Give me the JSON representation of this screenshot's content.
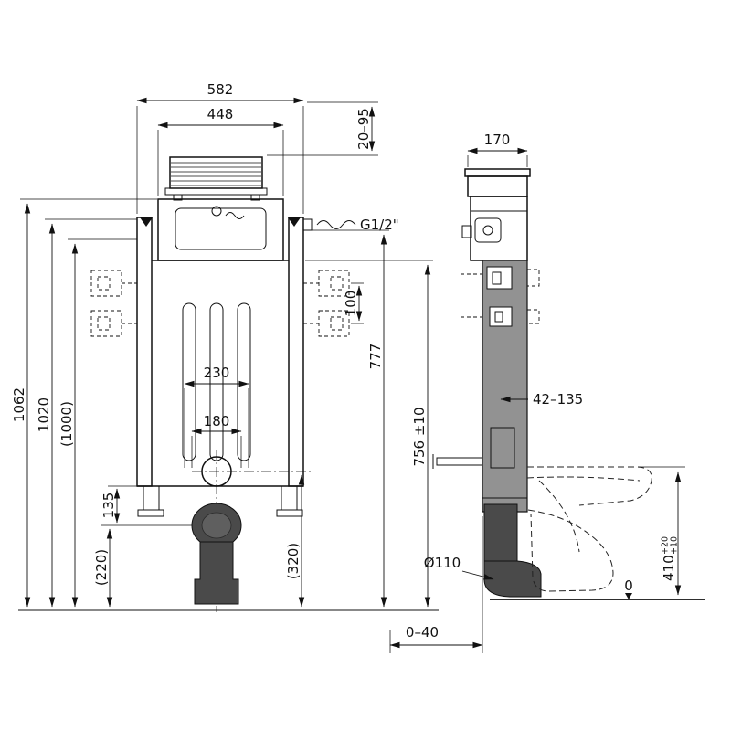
{
  "front_view": {
    "dim_582": "582",
    "dim_448": "448",
    "dim_20_95": "20–95",
    "dim_g": "G1/2\"",
    "dim_100": "100",
    "dim_777": "777",
    "dim_756": "756 ±10",
    "dim_230": "230",
    "dim_180": "180",
    "dim_135": "135",
    "dim_220": "(220)",
    "dim_320": "(320)",
    "dim_1062": "1062",
    "dim_1020": "1020",
    "dim_1000": "(1000)"
  },
  "side_view": {
    "dim_170": "170",
    "dim_42_135": "42–135",
    "dim_110": "Ø110",
    "dim_410": "410",
    "dim_410_up": "+20",
    "dim_410_lo": "+10",
    "dim_0": "0",
    "dim_0_40": "0–40"
  },
  "colors": {
    "line": "#111111",
    "fill_dark": "#4a4a4a",
    "fill_gray": "#929292",
    "background": "#ffffff"
  }
}
